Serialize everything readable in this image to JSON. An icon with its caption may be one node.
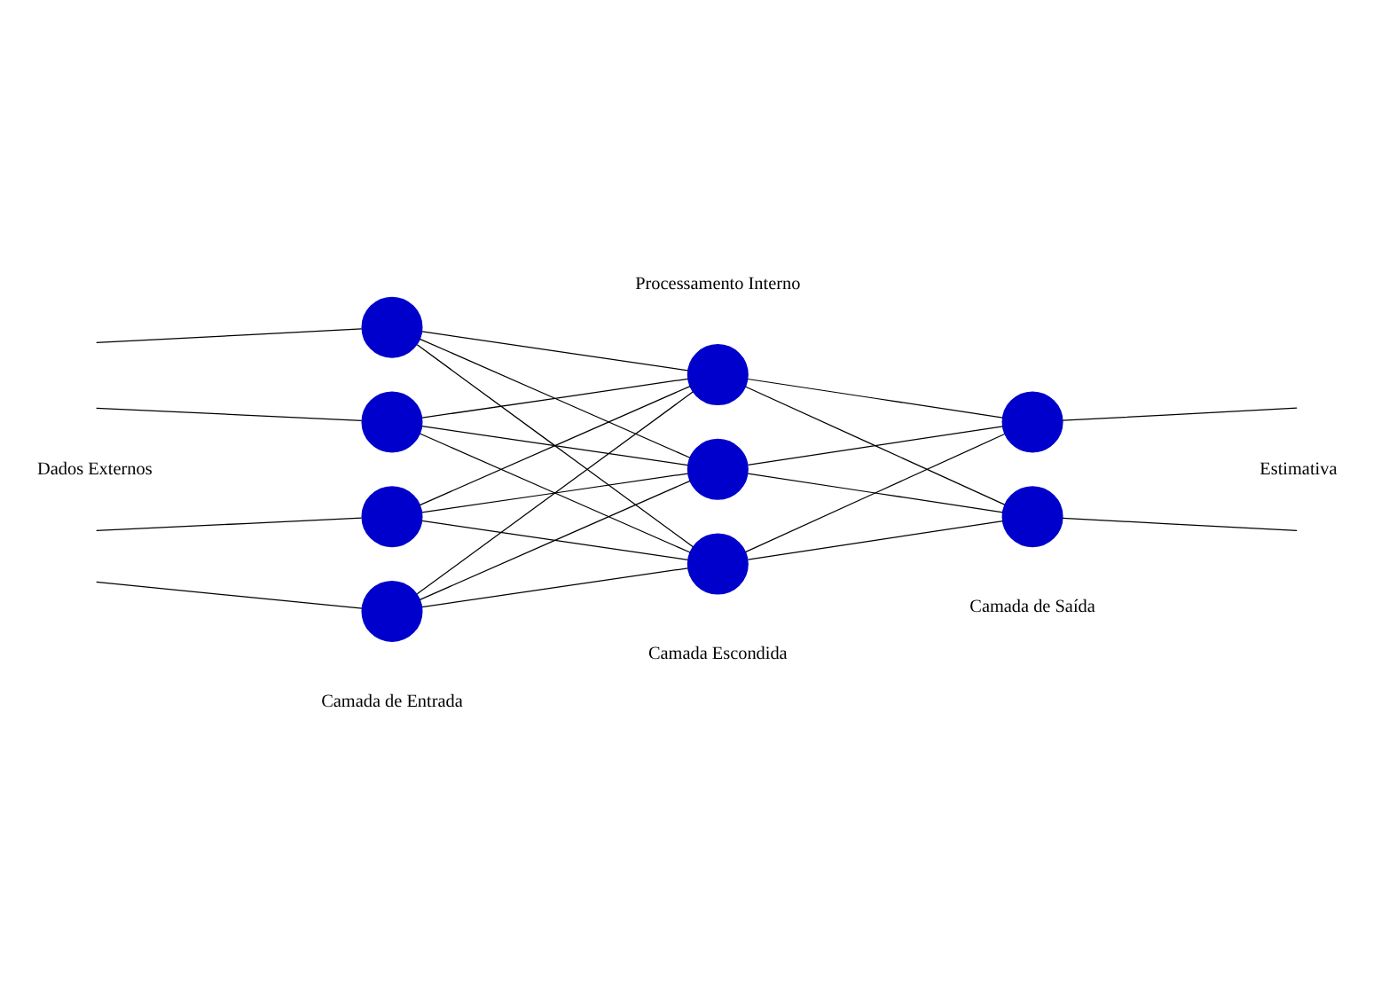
{
  "diagram": {
    "nodes": [
      {
        "text": [],
        "shape": "circle"
      },
      {
        "text": [],
        "shape": "circle"
      },
      {
        "text": [],
        "shape": "circle"
      },
      {
        "text": [],
        "shape": "circle"
      },
      {
        "text": [],
        "shape": "circle"
      },
      {
        "text": [],
        "shape": "circle"
      },
      {
        "text": [],
        "shape": "circle"
      },
      {
        "text": [],
        "shape": "circle"
      },
      {
        "text": [],
        "shape": "circle"
      }
    ],
    "edges": [
      {
        "from": null,
        "to": 0,
        "arrow": "none"
      },
      {
        "from": null,
        "to": 1,
        "arrow": "none"
      },
      {
        "from": null,
        "to": 2,
        "arrow": "none"
      },
      {
        "from": null,
        "to": 3,
        "arrow": "none"
      },
      {
        "from": 0,
        "to": 4,
        "arrow": "none"
      },
      {
        "from": 0,
        "to": 5,
        "arrow": "none"
      },
      {
        "from": 0,
        "to": 6,
        "arrow": "none"
      },
      {
        "from": 1,
        "to": 4,
        "arrow": "none"
      },
      {
        "from": 1,
        "to": 5,
        "arrow": "none"
      },
      {
        "from": 1,
        "to": 6,
        "arrow": "none"
      },
      {
        "from": 2,
        "to": 4,
        "arrow": "none"
      },
      {
        "from": 2,
        "to": 5,
        "arrow": "none"
      },
      {
        "from": 2,
        "to": 6,
        "arrow": "none"
      },
      {
        "from": 3,
        "to": 4,
        "arrow": "none"
      },
      {
        "from": 3,
        "to": 5,
        "arrow": "none"
      },
      {
        "from": 3,
        "to": 6,
        "arrow": "none"
      },
      {
        "from": 4,
        "to": 7,
        "arrow": "none"
      },
      {
        "from": 4,
        "to": 8,
        "arrow": "none"
      },
      {
        "from": 5,
        "to": 7,
        "arrow": "none"
      },
      {
        "from": 5,
        "to": 8,
        "arrow": "none"
      },
      {
        "from": 6,
        "to": 7,
        "arrow": "none"
      },
      {
        "from": 6,
        "to": 8,
        "arrow": "none"
      },
      {
        "from": 7,
        "to": null,
        "arrow": "none"
      },
      {
        "from": 8,
        "to": null,
        "arrow": "none"
      }
    ],
    "labels": [
      "Processamento Interno",
      "Dados Externos",
      "Estimativa",
      "Camada de Saída",
      "Camada Escondida",
      "Camada de Entrada"
    ]
  }
}
